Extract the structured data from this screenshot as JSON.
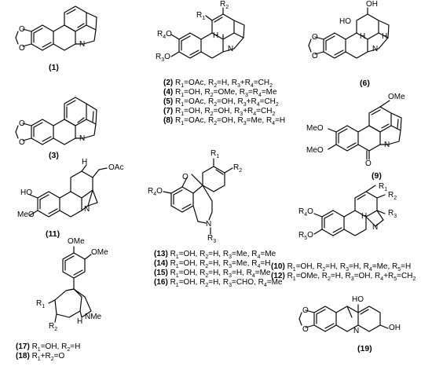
{
  "figure": {
    "compounds": [
      {
        "id": "c1",
        "label": "(1)"
      },
      {
        "id": "c3",
        "label": "(3)"
      },
      {
        "id": "c6",
        "label": "(6)"
      },
      {
        "id": "c9",
        "label": "(9)"
      },
      {
        "id": "c11",
        "label": "(11)"
      },
      {
        "id": "c19",
        "label": "(19)"
      }
    ],
    "group_2_8": {
      "lines": [
        "(2) R1=OAc, R2=H, R3+R4=CH2",
        "(4) R1=OH, R2=OMe, R3=R4=Me",
        "(5) R1=OAc, R2=OH, R3+R4=CH2",
        "(7) R1=OH, R2=OH, R3+R4=CH2",
        "(8) R1=OAc, R2=OH, R3=Me, R4=H"
      ]
    },
    "group_13_16": {
      "lines": [
        "(13) R1=OH, R2=H, R3=Me, R4=Me",
        "(14) R1=OH, R2=H, R3=Me, R4=H",
        "(15) R1=OH, R2=H, R3=H, R4=Me",
        "(16) R1=OH, R2=H, R3=CHO, R4=Me"
      ]
    },
    "group_10_12": {
      "lines": [
        "(10) R1=OH, R2=H, R3=H, R4=Me, R5=H",
        "(12) R1=OMe, R2=H, R3=OH, R4+R5=CH2"
      ]
    },
    "group_17_18": {
      "lines": [
        "(17) R1=OH, R2=H",
        "(18) R1+R2=O"
      ]
    },
    "atoms": {
      "O": "O",
      "N": "N",
      "H": "H",
      "HO": "HO",
      "OH": "OH",
      "OAc": "OAc",
      "MeO": "MeO",
      "OMe": "OMe",
      "NMe": "NMe",
      "R1": "R1",
      "R2": "R2",
      "R3": "R3",
      "R4": "R4",
      "R5": "R5",
      "R3O": "R3O",
      "R4O": "R4O",
      "R5O": "R5O"
    }
  }
}
